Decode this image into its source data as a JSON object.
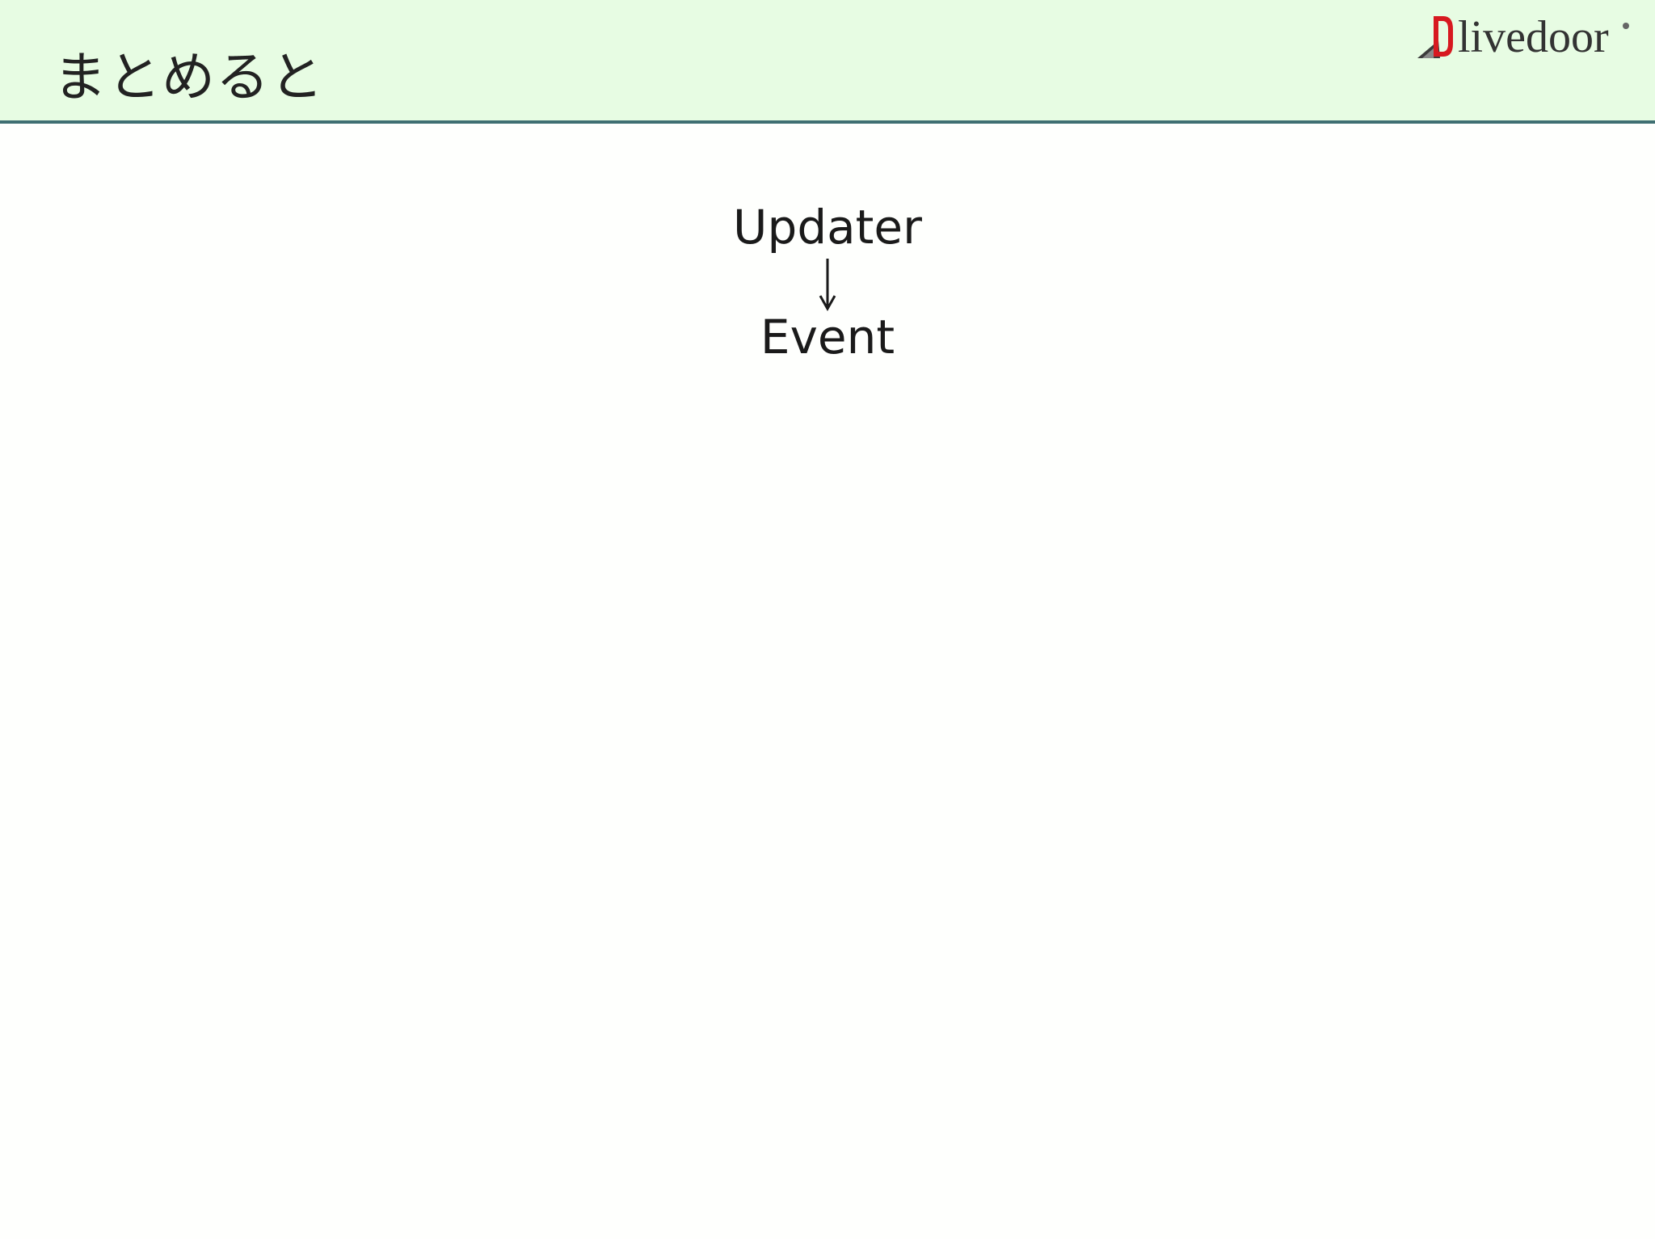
{
  "slide": {
    "title": "まとめると"
  },
  "brand": {
    "name": "livedoor",
    "accent_color": "#d71920"
  },
  "flow": {
    "source": "Updater",
    "target": "Event",
    "arrow": "down-arrow-icon"
  },
  "colors": {
    "header_background": "#e7fce3",
    "header_rule": "#3f6f72",
    "page_background": "#fefffd",
    "text": "#1a1a1a"
  }
}
